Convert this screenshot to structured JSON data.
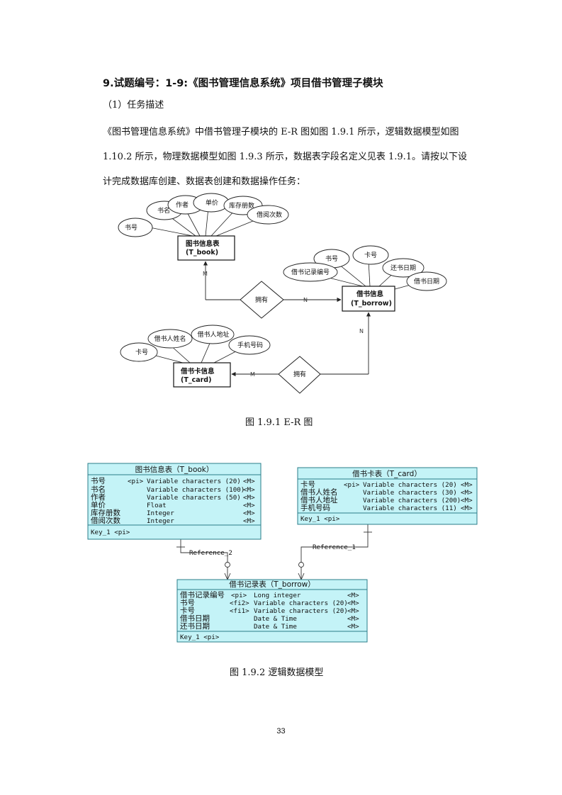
{
  "heading": "9.试题编号：1-9:《图书管理信息系统》项目借书管理子模块",
  "subheading": "（1）任务描述",
  "paragraph": [
    "《图书管理信息系统》中借书管理子模块的 E-R 图如图 1.9.1 所示，逻辑数据模型如图",
    "1.10.2 所示，物理数据模型如图 1.9.3 所示，数据表字段名定义见表 1.9.1。请按以下设",
    "计完成数据库创建、数据表创建和数据操作任务："
  ],
  "er": {
    "entities": {
      "book": {
        "name": "图书信息表",
        "code": "(T_book)"
      },
      "borrow": {
        "name": "借书信息",
        "code": "(T_borrow)"
      },
      "card": {
        "name": "借书卡信息",
        "code": "(T_card)"
      }
    },
    "book_attrs": [
      "书号",
      "书名",
      "作者",
      "单价",
      "库存册数",
      "借阅次数"
    ],
    "borrow_attrs": [
      "书号",
      "卡号",
      "借书记录编号",
      "还书日期",
      "借书日期"
    ],
    "card_attrs": [
      "卡号",
      "借书人姓名",
      "借书人地址",
      "手机号码"
    ],
    "relation1": {
      "label": "拥有",
      "left": "M",
      "right": "N"
    },
    "relation2": {
      "label": "拥有",
      "top": "N",
      "left": "M"
    }
  },
  "caption1": "图 1.9.1  E-R 图",
  "ldm": {
    "book": {
      "title": "图书信息表（T_book）",
      "rows": [
        {
          "name": "书号",
          "key": "<pi>",
          "type": "Variable characters (20)",
          "m": "<M>"
        },
        {
          "name": "书名",
          "key": "",
          "type": "Variable characters (100)",
          "m": "<M>"
        },
        {
          "name": "作者",
          "key": "",
          "type": "Variable characters (50)",
          "m": "<M>"
        },
        {
          "name": "单价",
          "key": "",
          "type": "Float",
          "m": "<M>"
        },
        {
          "name": "库存册数",
          "key": "",
          "type": "Integer",
          "m": "<M>"
        },
        {
          "name": "借阅次数",
          "key": "",
          "type": "Integer",
          "m": "<M>"
        }
      ],
      "footer": "Key_1  <pi>"
    },
    "card": {
      "title": "借书卡表（T_card）",
      "rows": [
        {
          "name": "卡号",
          "key": "<pi>",
          "type": "Variable characters (20)",
          "m": "<M>"
        },
        {
          "name": "借书人姓名",
          "key": "",
          "type": "Variable characters (30)",
          "m": "<M>"
        },
        {
          "name": "借书人地址",
          "key": "",
          "type": "Variable characters (200)",
          "m": "<M>"
        },
        {
          "name": "手机号码",
          "key": "",
          "type": "Variable characters (11)",
          "m": "<M>"
        }
      ],
      "footer": "Key_1  <pi>"
    },
    "borrow": {
      "title": "借书记录表（T_borrow）",
      "rows": [
        {
          "name": "借书记录编号",
          "key": "<pi>",
          "type": "Long integer",
          "m": "<M>"
        },
        {
          "name": "书号",
          "key": "<fi2>",
          "type": "Variable characters (20)",
          "m": "<M>"
        },
        {
          "name": "卡号",
          "key": "<fi1>",
          "type": "Variable characters (20)",
          "m": "<M>"
        },
        {
          "name": "借书日期",
          "key": "",
          "type": "Date & Time",
          "m": "<M>"
        },
        {
          "name": "还书日期",
          "key": "",
          "type": "Date & Time",
          "m": "<M>"
        }
      ],
      "footer": "Key_1  <pi>"
    },
    "ref2": "Reference_2",
    "ref1": "Reference_1"
  },
  "caption2": "图 1.9.2   逻辑数据模型",
  "page_number": "33"
}
